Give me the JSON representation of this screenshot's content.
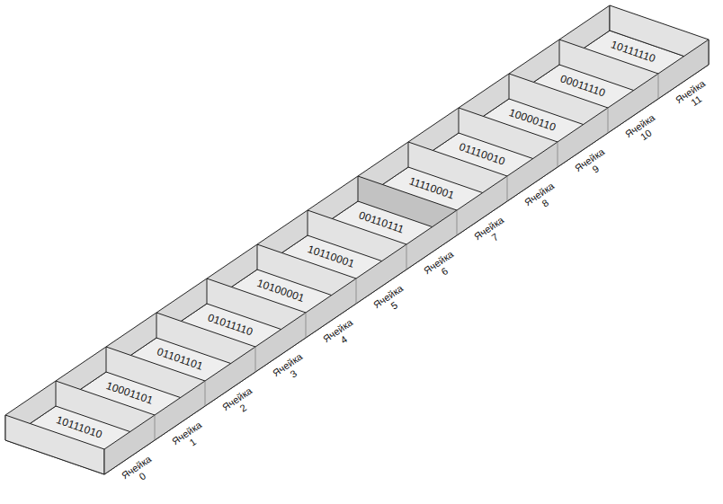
{
  "diagram": {
    "nodes": [
      {
        "text": [
          "10111010",
          "Ячейка 0"
        ]
      },
      {
        "text": [
          "10001101",
          "Ячейка 1"
        ]
      },
      {
        "text": [
          "01101101",
          "Ячейка 2"
        ]
      },
      {
        "text": [
          "01011110",
          "Ячейка 3"
        ]
      },
      {
        "text": [
          "10100001",
          "Ячейка 4"
        ]
      },
      {
        "text": [
          "10110001",
          "Ячейка 5"
        ]
      },
      {
        "text": [
          "00110111",
          "Ячейка 6"
        ]
      },
      {
        "text": [
          "11110001",
          "Ячейка 7"
        ]
      },
      {
        "text": [
          "01110010",
          "Ячейка 8"
        ]
      },
      {
        "text": [
          "10000110",
          "Ячейка 9"
        ]
      },
      {
        "text": [
          "00011110",
          "Ячейка 10"
        ]
      },
      {
        "text": [
          "10111110",
          "Ячейка 11"
        ]
      }
    ]
  }
}
